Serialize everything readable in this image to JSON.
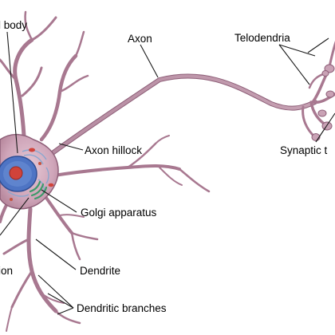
{
  "labels": {
    "cell_body": "l body",
    "axon": "Axon",
    "telodendria": "Telodendria",
    "axon_hillock": "Axon hillock",
    "synaptic_terminals": "Synaptic t",
    "golgi_apparatus": "Golgi apparatus",
    "dendrite": "Dendrite",
    "left_partial": "ion",
    "dendritic_branches": "Dendritic branches"
  },
  "colors": {
    "membrane": "#b98a9f",
    "membrane_dark": "#8e5f78",
    "cytoplasm": "#d8b5c6",
    "nucleus": "#3f64b8",
    "nucleolus": "#d0433a",
    "er": "#8aa7cf",
    "golgi": "#3c9a69",
    "leader": "#1a1a1a"
  }
}
